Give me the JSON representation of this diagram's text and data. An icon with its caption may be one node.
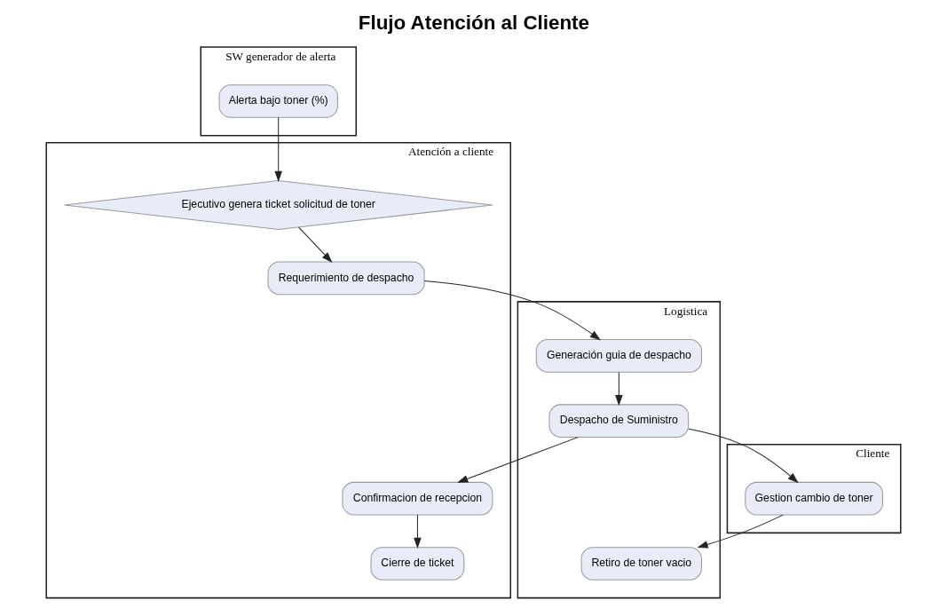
{
  "diagram": {
    "title": "Flujo Atención al Cliente",
    "nodes": [
      {
        "text": [
          "SW generador de alerta"
        ]
      },
      {
        "text": [
          "Alerta bajo toner (%)"
        ],
        "in": 0
      },
      {
        "text": [
          "Atención a cliente"
        ]
      },
      {
        "text": [
          "Ejecutivo genera ticket solicitud de toner"
        ],
        "in": 2
      },
      {
        "text": [
          "Requerimiento de despacho"
        ],
        "in": 2
      },
      {
        "text": [
          "Confirmacion de recepcion"
        ],
        "in": 2
      },
      {
        "text": [
          "Cierre de ticket"
        ],
        "in": 2
      },
      {
        "text": [
          "Logistica"
        ]
      },
      {
        "text": [
          "Generación guia de despacho"
        ],
        "in": 7
      },
      {
        "text": [
          "Despacho de Suministro"
        ],
        "in": 7
      },
      {
        "text": [
          "Retiro de toner vacio"
        ],
        "in": 7
      },
      {
        "text": [
          "Cliente"
        ]
      },
      {
        "text": [
          "Gestion cambio de toner"
        ],
        "in": 11
      }
    ],
    "edges": [
      {
        "from": 1,
        "to": 3,
        "arrow": "to"
      },
      {
        "from": 3,
        "to": 4,
        "arrow": "to"
      },
      {
        "from": 4,
        "to": 8,
        "arrow": "to"
      },
      {
        "from": 8,
        "to": 9,
        "arrow": "to"
      },
      {
        "from": 9,
        "to": 12,
        "arrow": "to"
      },
      {
        "from": 9,
        "to": 5,
        "arrow": "to"
      },
      {
        "from": 12,
        "to": 10,
        "arrow": "to"
      },
      {
        "from": 5,
        "to": 6,
        "arrow": "to"
      }
    ]
  }
}
